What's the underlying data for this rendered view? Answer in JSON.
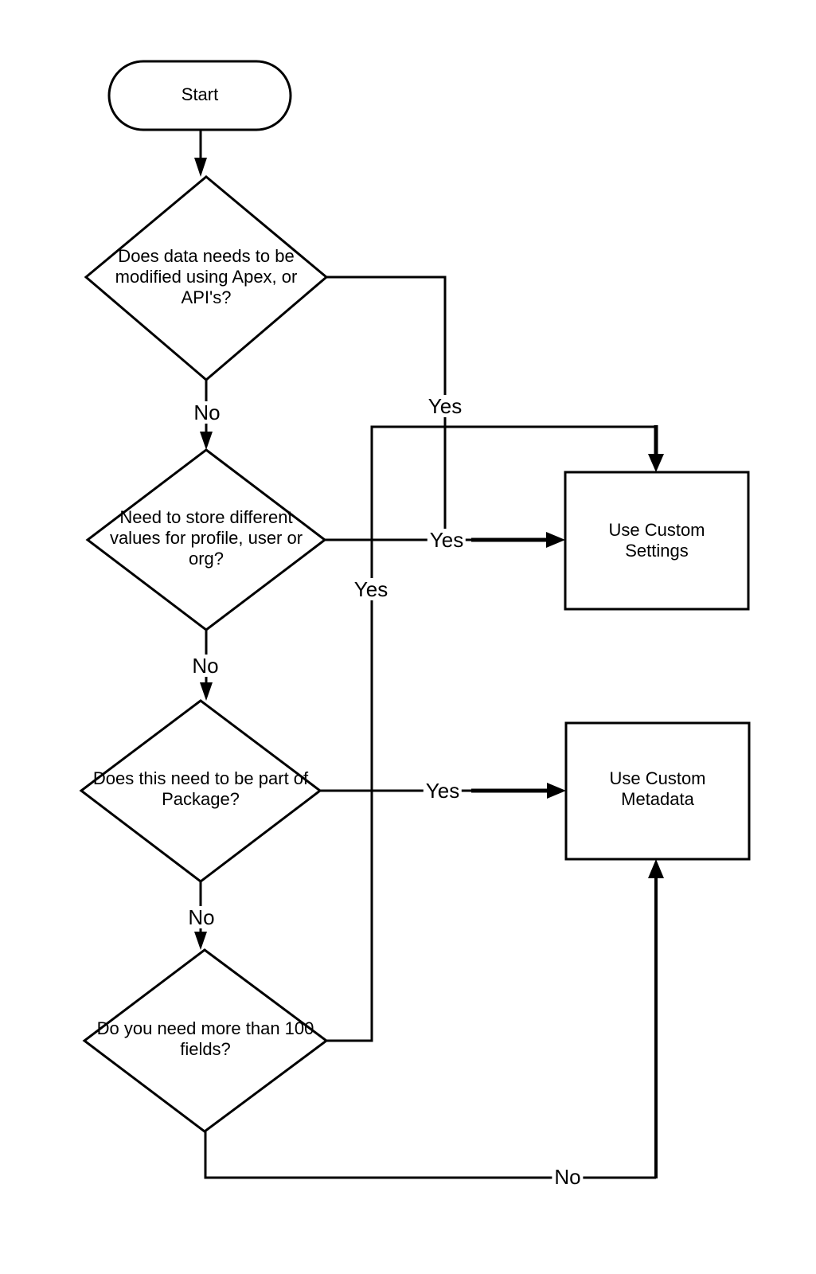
{
  "diagram": {
    "background_color": "#ffffff",
    "line_color": "#000000",
    "nodes": {
      "start": {
        "type": "terminator",
        "label": "Start"
      },
      "decision_apex_api": {
        "type": "decision",
        "label": "Does data needs to be\nmodified using Apex, or\nAPI's?"
      },
      "decision_profile_user_org": {
        "type": "decision",
        "label": "Need to store different\nvalues for profile, user or\norg?"
      },
      "decision_package": {
        "type": "decision",
        "label": "Does this need to be part of\nPackage?"
      },
      "decision_100_fields": {
        "type": "decision",
        "label": "Do you need more than 100\nfields?"
      },
      "use_custom_settings": {
        "type": "process",
        "label": "Use Custom Settings"
      },
      "use_custom_metadata": {
        "type": "process",
        "label": "Use Custom\nMetadata"
      }
    },
    "edges": {
      "d1_no": {
        "from": "decision_apex_api",
        "to": "decision_profile_user_org",
        "label": "No"
      },
      "d1_yes": {
        "from": "decision_apex_api",
        "to": "use_custom_settings",
        "label": "Yes"
      },
      "d2_no": {
        "from": "decision_profile_user_org",
        "to": "decision_package",
        "label": "No"
      },
      "d2_yes": {
        "from": "decision_profile_user_org",
        "to": "use_custom_settings",
        "label": "Yes"
      },
      "d3_no": {
        "from": "decision_package",
        "to": "decision_100_fields",
        "label": "No"
      },
      "d3_yes": {
        "from": "decision_package",
        "to": "use_custom_metadata",
        "label": "Yes"
      },
      "d4_no": {
        "from": "decision_100_fields",
        "to": "use_custom_metadata",
        "label": "No"
      },
      "d4_yes": {
        "from": "decision_100_fields",
        "to": "use_custom_settings",
        "label": "Yes"
      }
    }
  }
}
